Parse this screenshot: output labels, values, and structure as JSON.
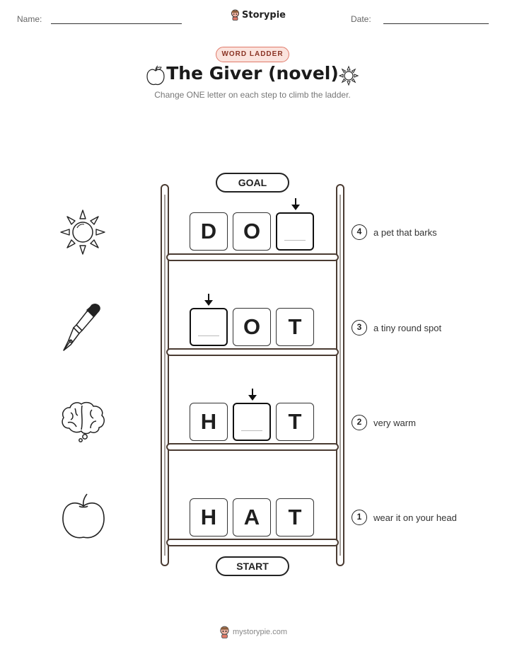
{
  "header": {
    "name_label": "Name:",
    "date_label": "Date:",
    "brand": "Storypie"
  },
  "badge": "WORD LADDER",
  "title": "The Giver (novel)",
  "subtitle": "Change ONE letter on each step to climb the ladder.",
  "goal_label": "GOAL",
  "start_label": "START",
  "rungs": [
    {
      "step": "4",
      "clue": "a pet that barks",
      "letters": [
        "D",
        "O",
        ""
      ],
      "picture": "sun-icon"
    },
    {
      "step": "3",
      "clue": "a tiny round spot",
      "letters": [
        "",
        "O",
        "T"
      ],
      "picture": "fountain-pen-icon"
    },
    {
      "step": "2",
      "clue": "very warm",
      "letters": [
        "H",
        "",
        "T"
      ],
      "picture": "brain-thought-icon"
    },
    {
      "step": "1",
      "clue": "wear it on your head",
      "letters": [
        "H",
        "A",
        "T"
      ],
      "picture": "apple-icon"
    }
  ],
  "footer": "mystorypie.com"
}
